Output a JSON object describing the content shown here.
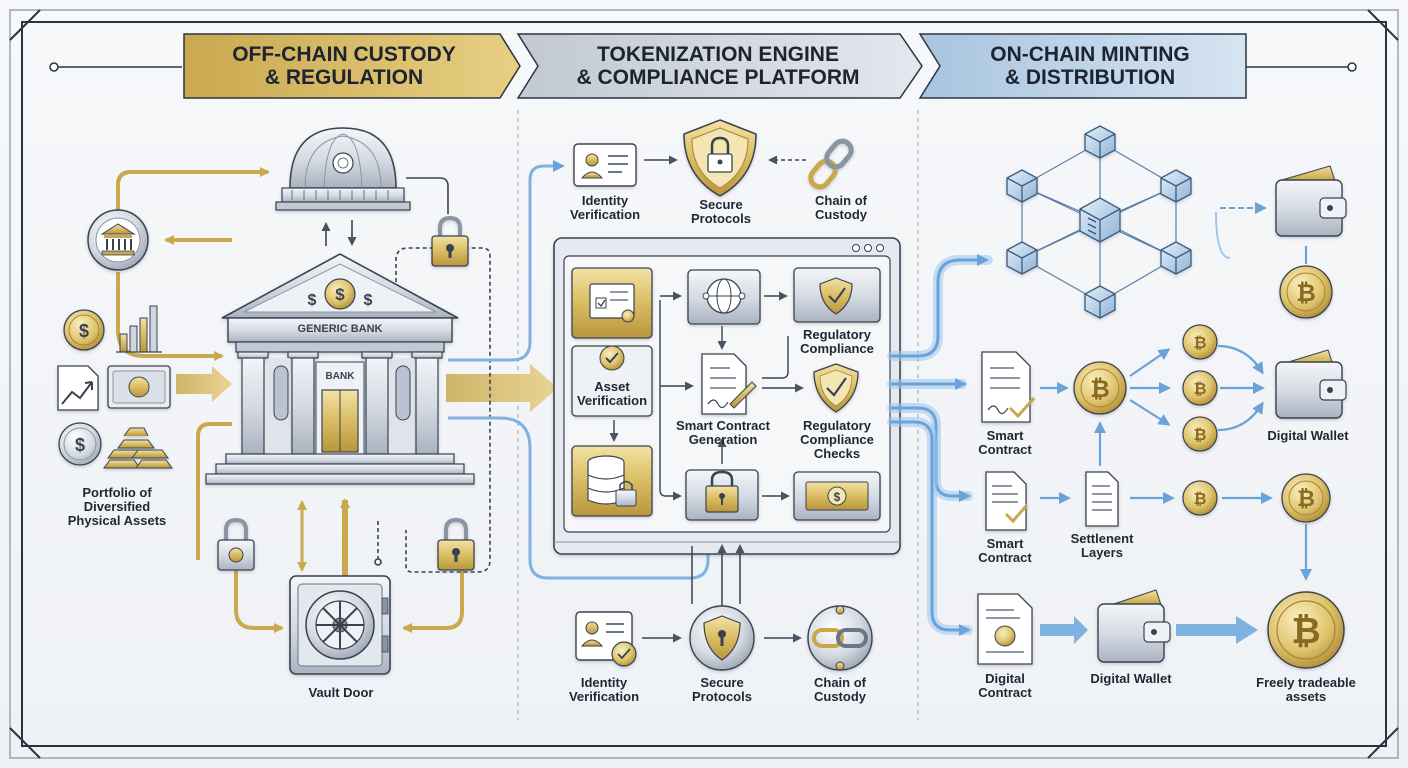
{
  "headers": [
    {
      "id": "offchain",
      "text": "OFF-CHAIN CUSTODY\n& REGULATION",
      "color": "#d8bf6e"
    },
    {
      "id": "engine",
      "text": "TOKENIZATION ENGINE\n& COMPLIANCE PLATFORM",
      "color": "#cfd6e0"
    },
    {
      "id": "onchain",
      "text": "ON-CHAIN MINTING\n& DISTRIBUTION",
      "color": "#c4d6ea"
    }
  ],
  "offchain": {
    "bank_pediment": "GENERIC BANK",
    "bank_sign": "BANK",
    "portfolio_label": "Portfolio of\nDiversified\nPhysical Assets",
    "vault_label": "Vault Door"
  },
  "engine": {
    "top_identity": "Identity\nVerification",
    "top_secure": "Secure\nProtocols",
    "top_chain": "Chain of\nCustody",
    "asset_verification": "Asset\nVerification",
    "smart_contract_generation": "Smart Contract\nGeneration",
    "regulatory_compliance": "Regulatory\nCompliance",
    "regulatory_compliance_checks": "Regulatory\nCompliance\nChecks",
    "bottom_identity": "Identity\nVerification",
    "bottom_secure": "Secure\nProtocols",
    "bottom_chain": "Chain of\nCustody"
  },
  "onchain": {
    "smart_contract_1": "Smart\nContract",
    "smart_contract_2": "Smart\nContract",
    "settlement_layers": "Settlenent\nLayers",
    "digital_contract": "Digital\nContract",
    "digital_wallet_mid": "Digital Wallet",
    "digital_wallet_right": "Digital Wallet",
    "freely_tradeable": "Freely tradeable\nassets"
  },
  "icons": [
    "bank-icon",
    "dome-icon",
    "padlock-icon",
    "coin-icon",
    "bar-chart-icon",
    "line-chart-icon",
    "banknote-icon",
    "gold-bars-icon",
    "vault-door-icon",
    "id-card-icon",
    "shield-lock-icon",
    "chain-link-icon",
    "globe-icon",
    "document-icon",
    "database-lock-icon",
    "shield-check-icon",
    "blockchain-network-icon",
    "wallet-icon",
    "bitcoin-icon"
  ],
  "colors": {
    "gold": "#d6b85c",
    "silver": "#aeb7c4",
    "blue": "#8fc0ea",
    "ink": "#1f2733"
  }
}
